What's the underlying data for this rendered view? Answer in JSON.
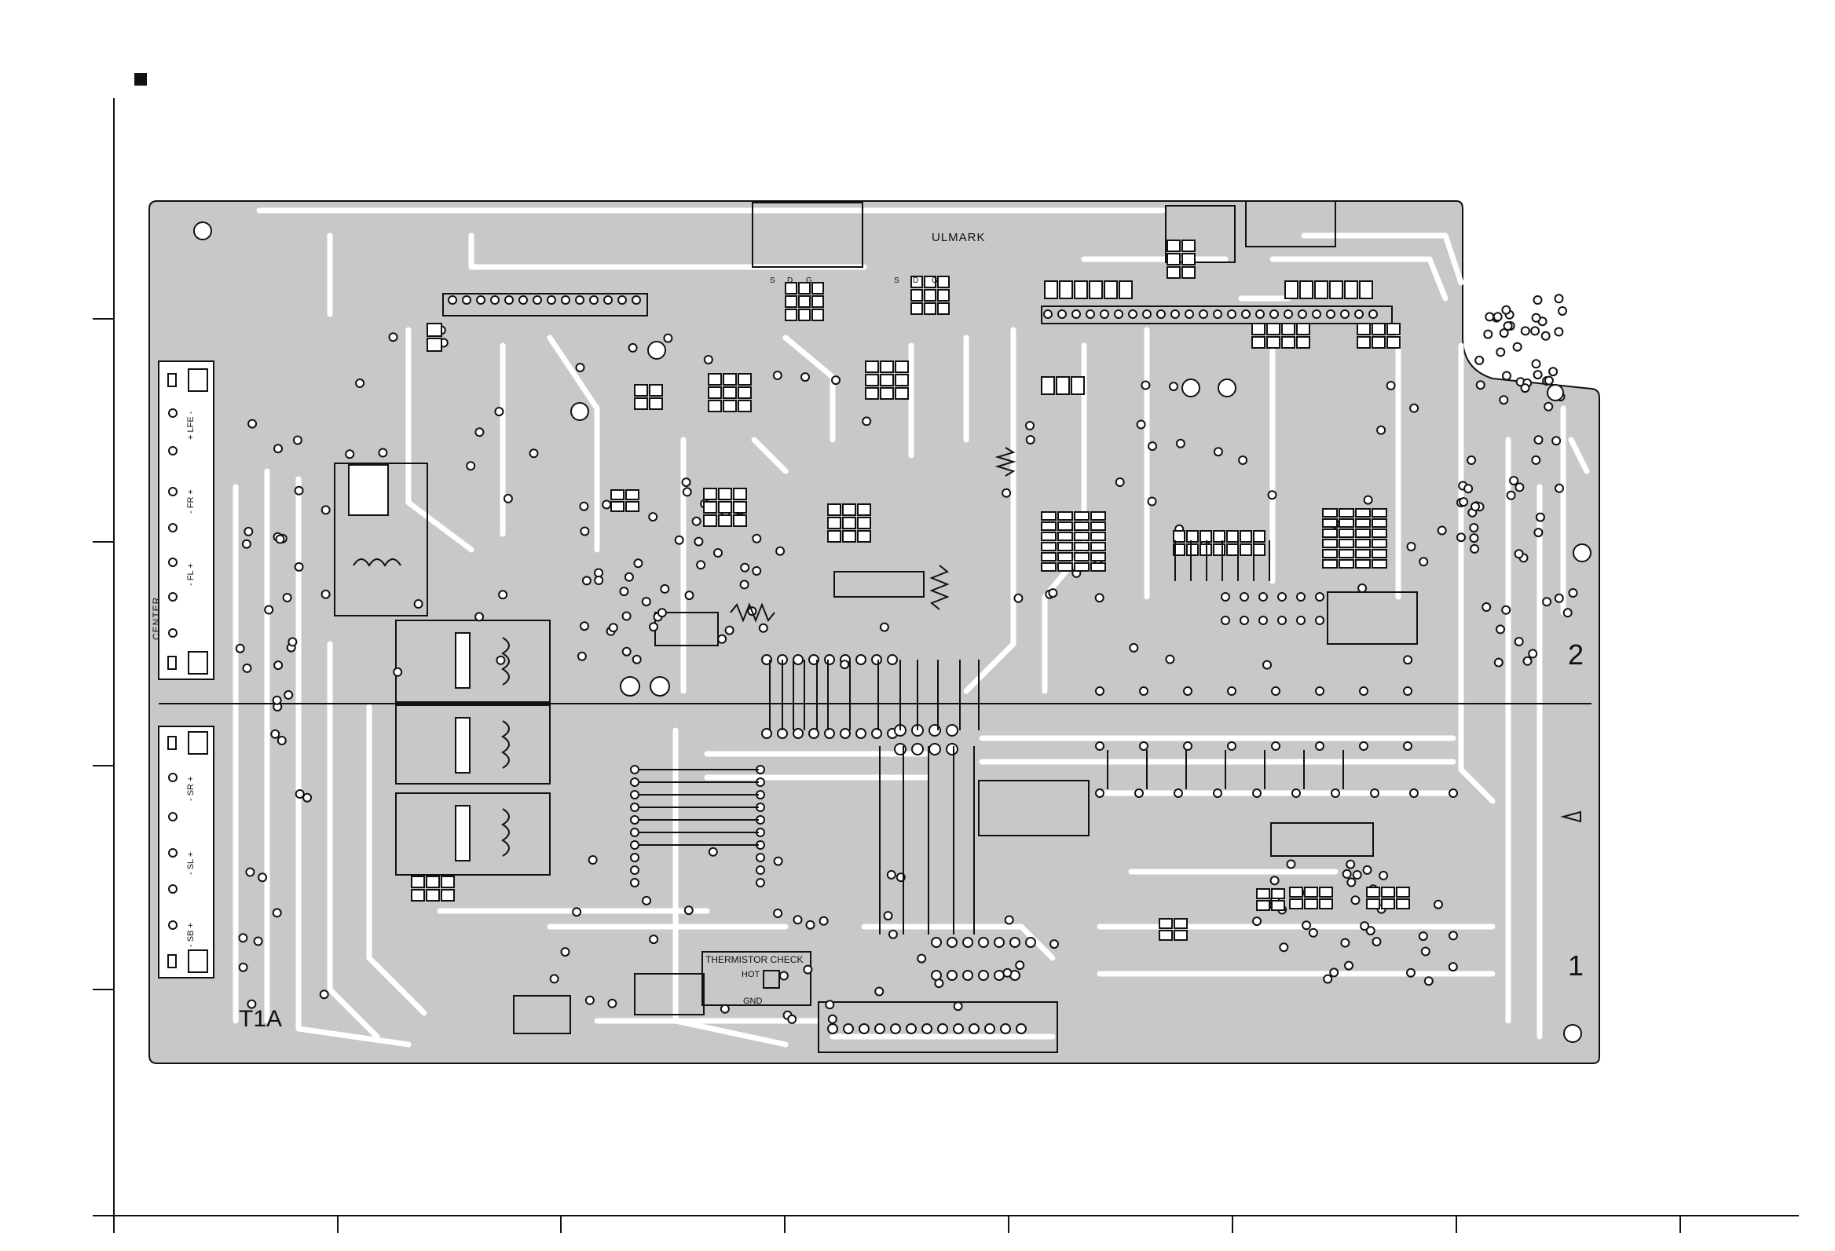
{
  "labels": {
    "mark": "■",
    "ul_mark": "ULMARK",
    "t1a": "T1A",
    "center": "CENTER",
    "thermistor_title": "THERMISTOR CHECK",
    "thermistor_hot": "HOT",
    "thermistor_gnd": "GND",
    "zone_2": "2",
    "zone_1": "1",
    "fet_left": [
      "S",
      "D",
      "G"
    ],
    "fet_right": [
      "S",
      "D",
      "G"
    ],
    "speaker_groups": [
      {
        "id": "lfe",
        "text": "+ LFE -"
      },
      {
        "id": "fr",
        "text": "- FR +"
      },
      {
        "id": "fl",
        "text": "- FL +"
      },
      {
        "id": "sr",
        "text": "- SR +"
      },
      {
        "id": "sl",
        "text": "- SL +"
      },
      {
        "id": "sb",
        "text": "- SB +"
      }
    ]
  },
  "colors": {
    "copper": "#c8c8c8",
    "line": "#111111",
    "background": "#ffffff",
    "pad": "#ffffff"
  }
}
